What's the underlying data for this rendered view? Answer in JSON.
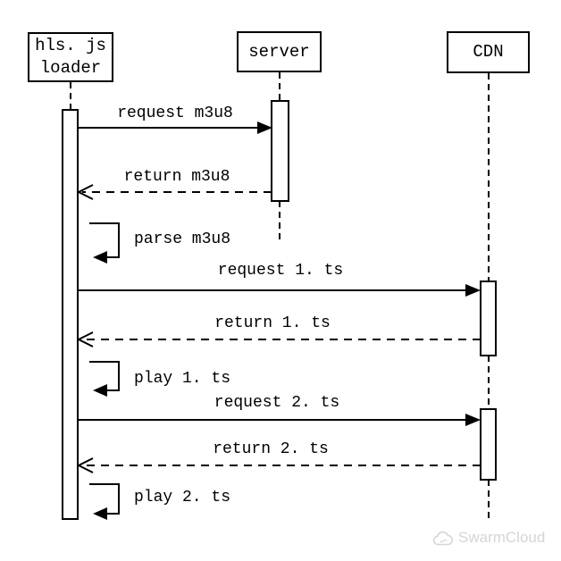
{
  "diagram": {
    "type": "sequence-diagram",
    "participants": [
      {
        "id": "hls-js-loader",
        "lines": [
          "hls. js",
          "loader"
        ]
      },
      {
        "id": "server",
        "lines": [
          "server"
        ]
      },
      {
        "id": "cdn",
        "lines": [
          "CDN"
        ]
      }
    ],
    "messages": [
      {
        "label": "request m3u8",
        "from": "hls. js loader",
        "to": "server",
        "style": "solid-arrow"
      },
      {
        "label": "return m3u8",
        "from": "server",
        "to": "hls. js loader",
        "style": "dashed-arrow"
      },
      {
        "label": "parse m3u8",
        "from": "hls. js loader",
        "to": "hls. js loader",
        "style": "self-message"
      },
      {
        "label": "request 1. ts",
        "from": "hls. js loader",
        "to": "CDN",
        "style": "solid-arrow"
      },
      {
        "label": "return 1. ts",
        "from": "CDN",
        "to": "hls. js loader",
        "style": "dashed-arrow"
      },
      {
        "label": "play 1. ts",
        "from": "hls. js loader",
        "to": "hls. js loader",
        "style": "self-message"
      },
      {
        "label": "request 2. ts",
        "from": "hls. js loader",
        "to": "CDN",
        "style": "solid-arrow"
      },
      {
        "label": "return 2. ts",
        "from": "CDN",
        "to": "hls. js loader",
        "style": "dashed-arrow"
      },
      {
        "label": "play 2. ts",
        "from": "hls. js loader",
        "to": "hls. js loader",
        "style": "self-message"
      }
    ],
    "watermark": {
      "text": "SwarmCloud",
      "icon": "cloud-icon"
    },
    "colors": {
      "line": "#000000",
      "background": "#ffffff",
      "watermark": "#d5d5d5"
    }
  }
}
